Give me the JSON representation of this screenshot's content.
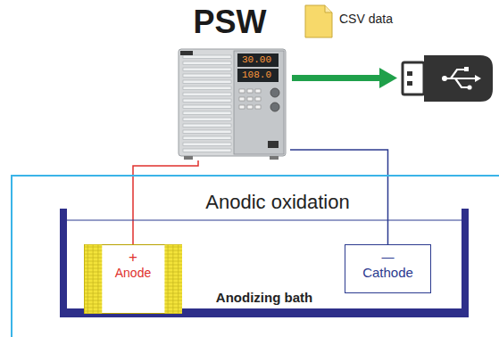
{
  "diagram": {
    "nodes": [
      {
        "text": [
          "PSW"
        ]
      },
      {
        "text": [
          "Anodic oxidation"
        ]
      },
      {
        "text": [
          "Anodizing bath"
        ],
        "in": 1
      },
      {
        "text": [
          "+",
          "Anode"
        ],
        "in": 2
      },
      {
        "text": [
          "—",
          "Cathode"
        ],
        "in": 2
      }
    ],
    "edges": [
      {
        "from": 0,
        "to": 3,
        "arrow": "none"
      },
      {
        "from": 0,
        "to": 4,
        "arrow": "none"
      }
    ],
    "labels": [
      "CSV data",
      "30.00",
      "108.0"
    ]
  }
}
